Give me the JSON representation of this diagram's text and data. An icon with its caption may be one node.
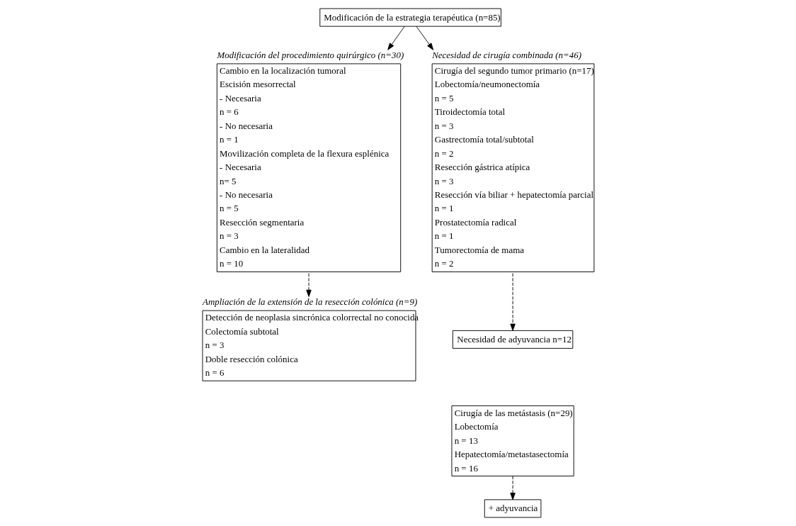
{
  "diagram": {
    "nodes": [
      {
        "text": [
          "Modificación de la estrategia terapéutica (n=85)"
        ]
      },
      {
        "text": [
          "Modificación del procedimiento quirúrgico (n=30)",
          "Cambio en la localización tumoral",
          "Escisión mesorrectal",
          "- Necesaria",
          "n = 6",
          "- No necesaria",
          "n = 1",
          "Movilización completa de la flexura esplénica",
          "- Necesaria",
          "n= 5",
          "- No necesaria",
          "n = 5",
          "Resección segmentaria",
          "n = 3",
          "Cambio en la lateralidad",
          "n = 10"
        ]
      },
      {
        "text": [
          "Necesidad de cirugía combinada (n=46)",
          "Cirugía del segundo tumor primario (n=17)",
          "Lobectomía/neumonectomía",
          "n = 5",
          "Tiroidectomía total",
          "n = 3",
          "Gastrectomía total/subtotal",
          "n = 2",
          "Resección gástrica atípica",
          "n = 3",
          "Resección vía biliar + hepatectomía parcial",
          "n = 1",
          "Prostatectomía radical",
          "n = 1",
          "Tumorectomía de mama",
          "n = 2"
        ]
      },
      {
        "text": [
          "Necesidad de adyuvancia n=12"
        ]
      },
      {
        "text": [
          "Ampliación de la extensión de la resección colónica (n=9)",
          "Detección de neoplasia sincrónica colorrectal no conocida",
          "Colectomía subtotal",
          "n = 3",
          "Doble resección colónica",
          "n = 6"
        ]
      },
      {
        "text": [
          "Cirugía de las metástasis (n=29)",
          "Lobectomía",
          "n = 13",
          "Hepatectomía/metastasectomía",
          "n = 16"
        ]
      },
      {
        "text": [
          "+ adyuvancia"
        ]
      }
    ],
    "edges": [
      {
        "from": 0,
        "to": 1,
        "arrow": "to"
      },
      {
        "from": 0,
        "to": 2,
        "arrow": "to"
      },
      {
        "from": 1,
        "to": 4,
        "arrow": "to",
        "style": "dashed"
      },
      {
        "from": 2,
        "to": 3,
        "arrow": "to",
        "style": "dashed"
      },
      {
        "from": 5,
        "to": 6,
        "arrow": "to",
        "style": "dashed"
      }
    ]
  }
}
